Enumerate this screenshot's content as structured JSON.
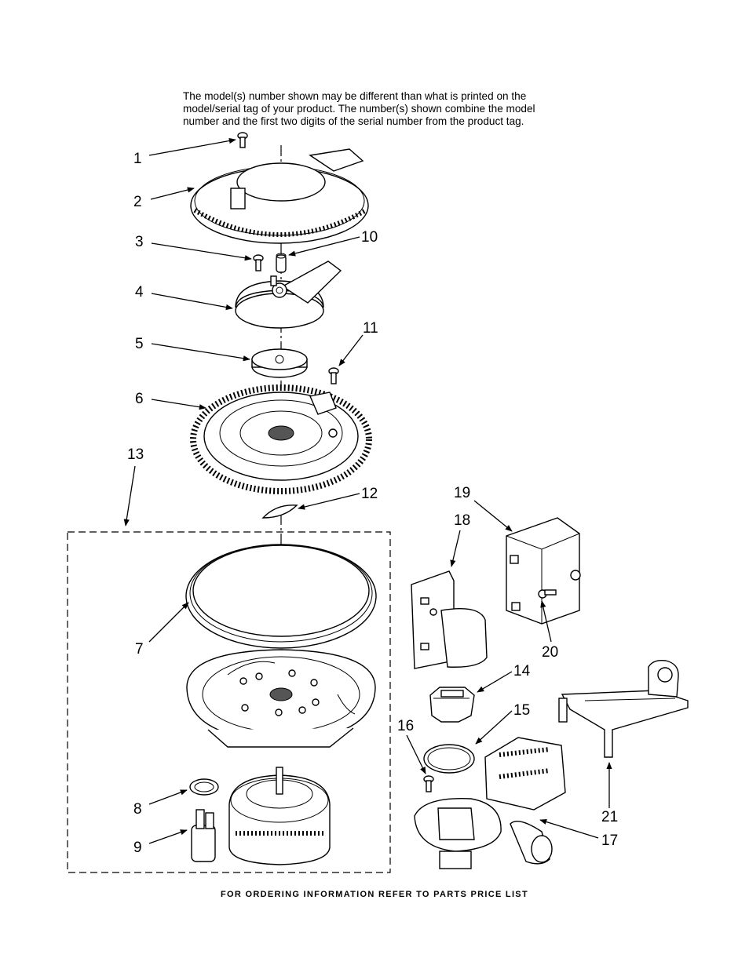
{
  "note_lines": [
    "The model(s) number shown may be different than what is printed on the",
    "model/serial tag of your product. The number(s) shown combine the model",
    "number and the first two digits of the serial number from the product tag."
  ],
  "footer": "FOR ORDERING INFORMATION REFER TO PARTS PRICE LIST",
  "callouts": [
    "1",
    "2",
    "3",
    "4",
    "5",
    "6",
    "7",
    "8",
    "9",
    "10",
    "11",
    "12",
    "13",
    "14",
    "15",
    "16",
    "17",
    "18",
    "19",
    "20",
    "21"
  ]
}
